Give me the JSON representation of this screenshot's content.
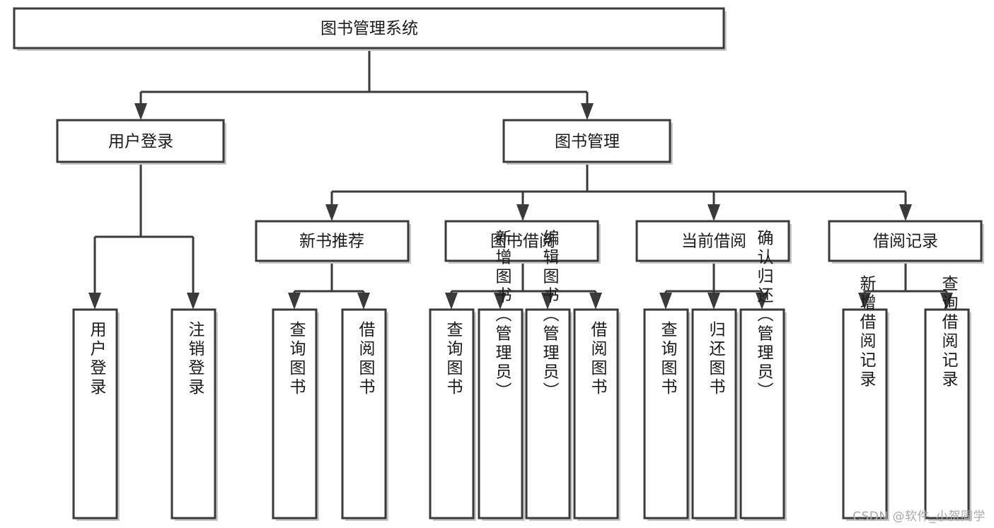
{
  "diagram": {
    "title": "图书管理系统",
    "type": "tree",
    "watermark": "CSDN @软件_小贺同学",
    "colors": {
      "stroke": "#3a3a3a",
      "fill": "#ffffff",
      "text": "#1a1a1a",
      "shadow": "#c9c9c9",
      "watermark": "#a8a8a8"
    },
    "root": {
      "label": "图书管理系统"
    },
    "level2": [
      {
        "label": "用户登录"
      },
      {
        "label": "图书管理"
      }
    ],
    "level3": [
      {
        "label": "新书推荐"
      },
      {
        "label": "图书借阅"
      },
      {
        "label": "当前借阅"
      },
      {
        "label": "借阅记录"
      }
    ],
    "leaves": {
      "user_login": [
        {
          "label": "用户登录"
        },
        {
          "label": "注销登录"
        }
      ],
      "new_book": [
        {
          "label": "查询图书"
        },
        {
          "label": "借阅图书"
        }
      ],
      "book_borrow": [
        {
          "label": "查询图书"
        },
        {
          "label": "新增图书（管理员）"
        },
        {
          "label": "编辑图书（管理员）"
        },
        {
          "label": "借阅图书"
        }
      ],
      "current_borrow": [
        {
          "label": "查询图书"
        },
        {
          "label": "归还图书"
        },
        {
          "label": "确认归还（管理员）"
        }
      ],
      "borrow_record": [
        {
          "label": "新增借阅记录"
        },
        {
          "label": "查询借阅记录"
        }
      ]
    }
  }
}
